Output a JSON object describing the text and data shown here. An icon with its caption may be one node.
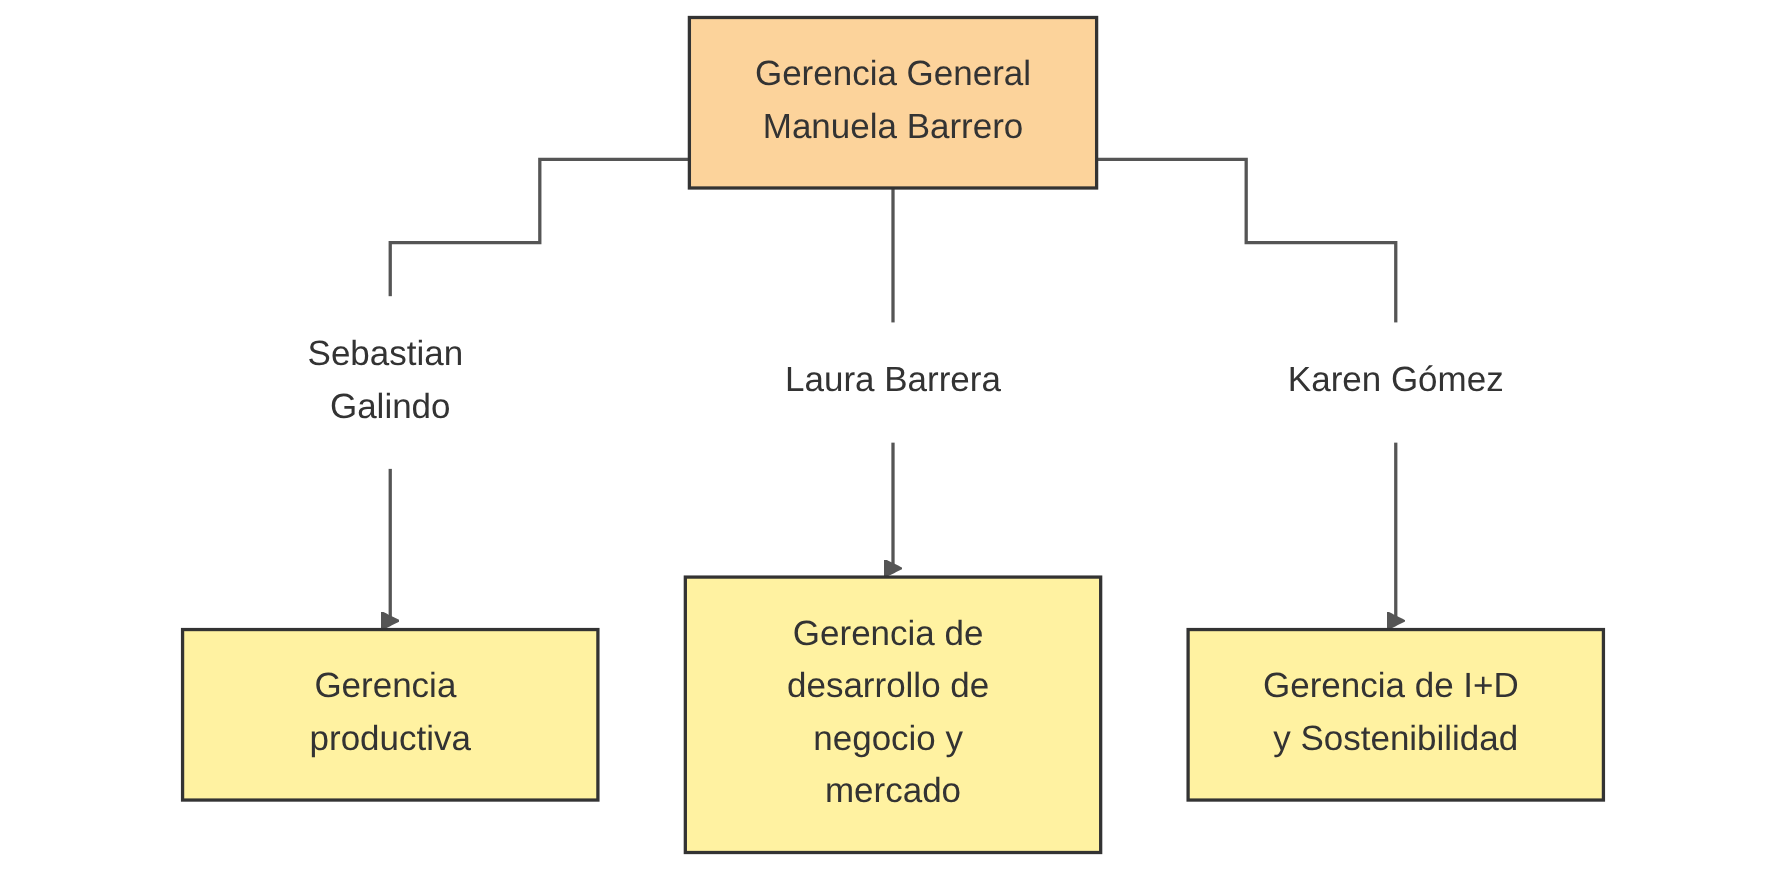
{
  "diagram": {
    "nodes": [
      {
        "text": [
          "Gerencia General",
          "Manuela Barrero"
        ]
      },
      {
        "text": [
          "Sebastian Galindo"
        ]
      },
      {
        "text": [
          "Laura Barrera"
        ]
      },
      {
        "text": [
          "Karen Gómez"
        ]
      },
      {
        "text": [
          "Gerencia productiva"
        ]
      },
      {
        "text": [
          "Gerencia de desarrollo de negocio y mercado"
        ]
      },
      {
        "text": [
          "Gerencia de I+D y Sostenibilidad"
        ]
      }
    ],
    "edges": [
      {
        "from": 0,
        "to": 1,
        "arrow": "none"
      },
      {
        "from": 0,
        "to": 2,
        "arrow": "none"
      },
      {
        "from": 0,
        "to": 3,
        "arrow": "none"
      },
      {
        "from": 1,
        "to": 4,
        "arrow": "to"
      },
      {
        "from": 2,
        "to": 5,
        "arrow": "to"
      },
      {
        "from": 3,
        "to": 6,
        "arrow": "to"
      }
    ]
  }
}
